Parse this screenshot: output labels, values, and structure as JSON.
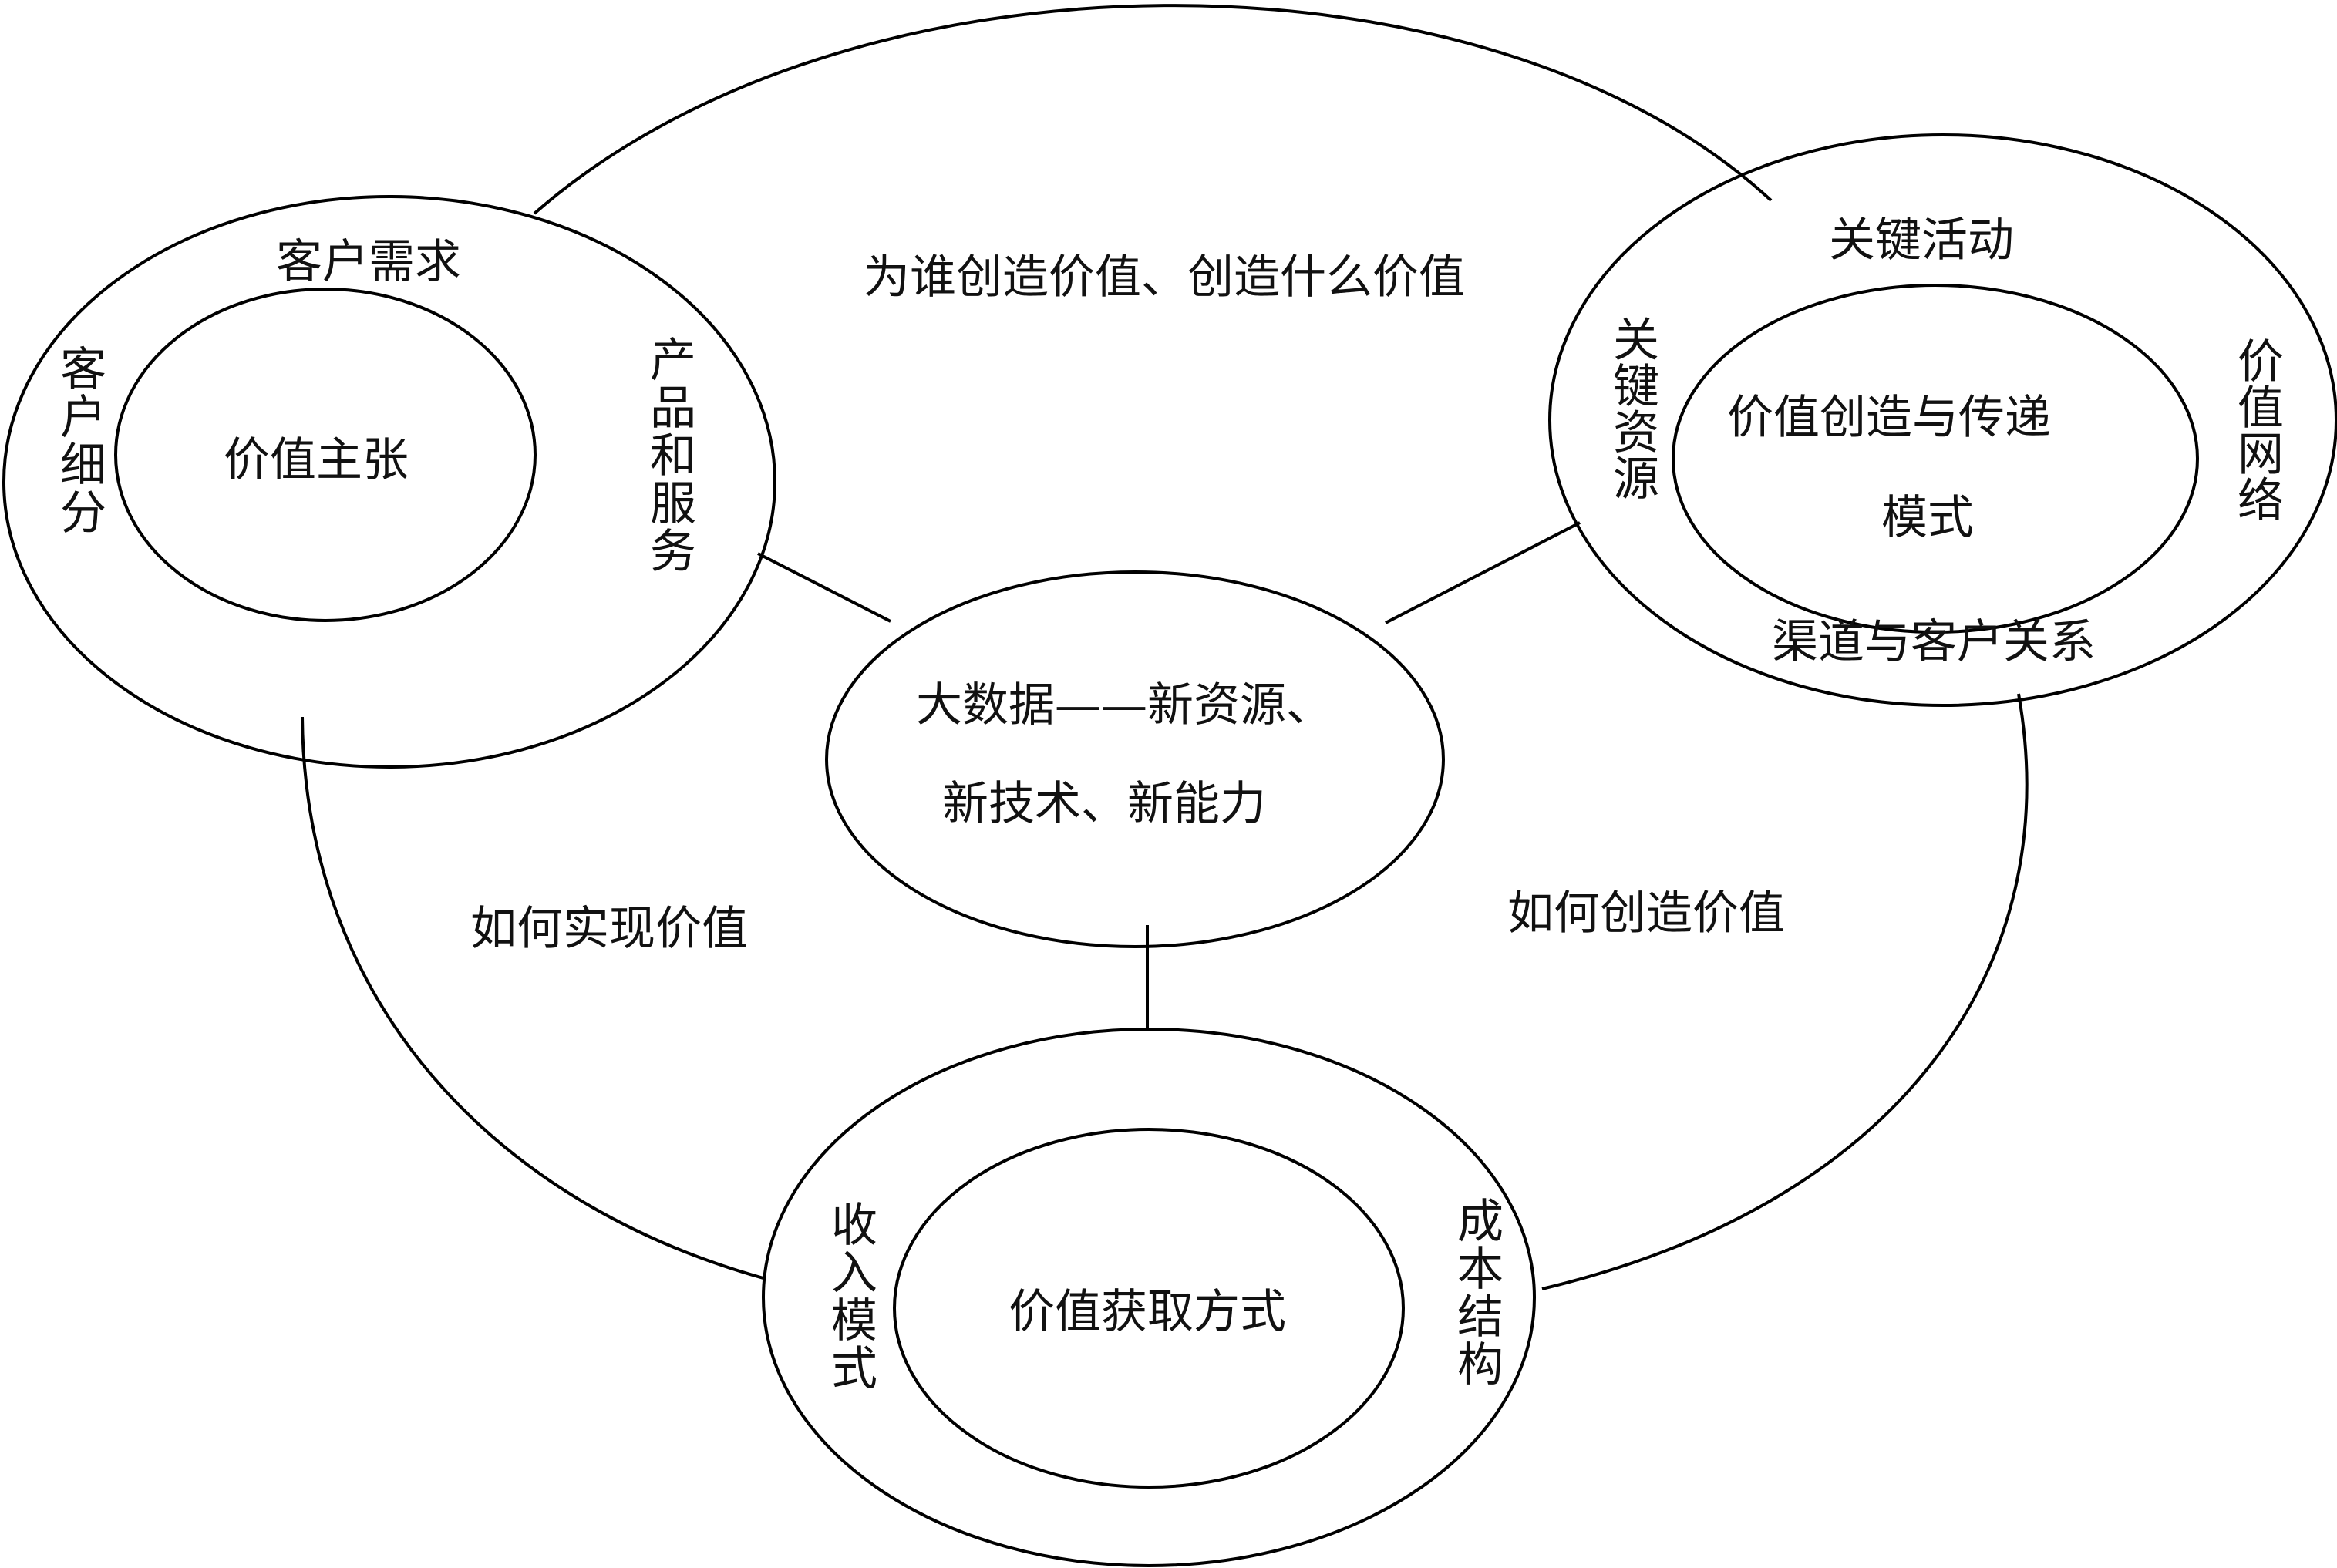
{
  "labels": {
    "why": "为谁创造价值、创造什么价值",
    "how_realize": "如何实现价值",
    "how_create": "如何创造价值",
    "left": {
      "top": "客户需求",
      "left_vertical": "客户细分",
      "right_vertical": "产品和服务",
      "center": "价值主张"
    },
    "right": {
      "top": "关键活动",
      "left_vertical": "关键资源",
      "right_vertical": "价值网络",
      "center_line1": "价值创造与传递",
      "center_line2": "模式",
      "bottom": "渠道与客户关系"
    },
    "bottom": {
      "left_vertical": "收入模式",
      "right_vertical": "成本结构",
      "center": "价值获取方式"
    },
    "center": {
      "line1": "大数据——新资源、",
      "line2": "新技术、新能力"
    }
  }
}
